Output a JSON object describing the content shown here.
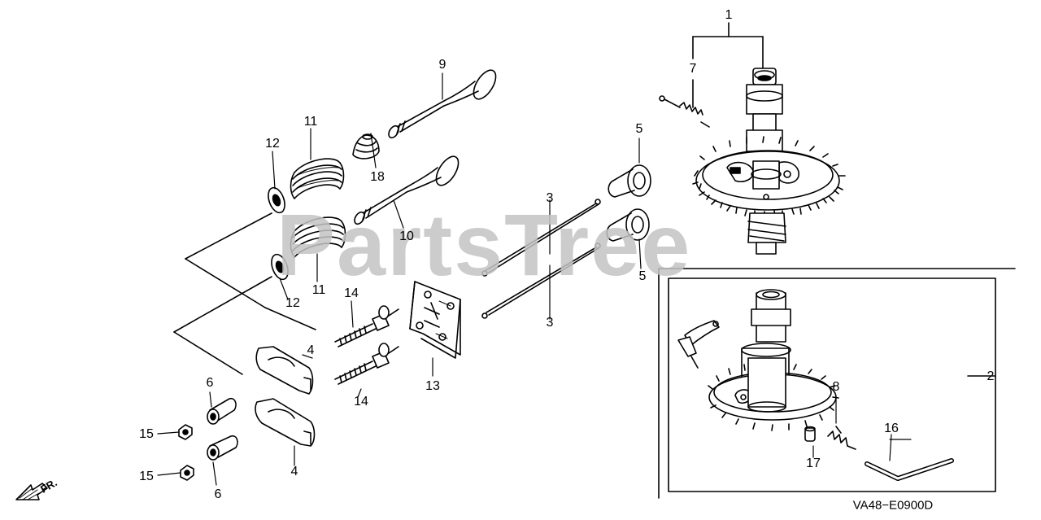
{
  "watermark": "PartsTree",
  "diagram_code": "VA48−E0900D",
  "front_indicator": "FR.",
  "callouts": {
    "c1": "1",
    "c2": "2",
    "c3a": "3",
    "c3b": "3",
    "c4a": "4",
    "c4b": "4",
    "c5a": "5",
    "c5b": "5",
    "c6a": "6",
    "c6b": "6",
    "c7": "7",
    "c8": "8",
    "c9": "9",
    "c10": "10",
    "c11a": "11",
    "c11b": "11",
    "c12a": "12",
    "c12b": "12",
    "c13": "13",
    "c14a": "14",
    "c14b": "14",
    "c15a": "15",
    "c15b": "15",
    "c16": "16",
    "c17": "17",
    "c18": "18"
  },
  "icons": [
    "front-arrow-icon"
  ]
}
